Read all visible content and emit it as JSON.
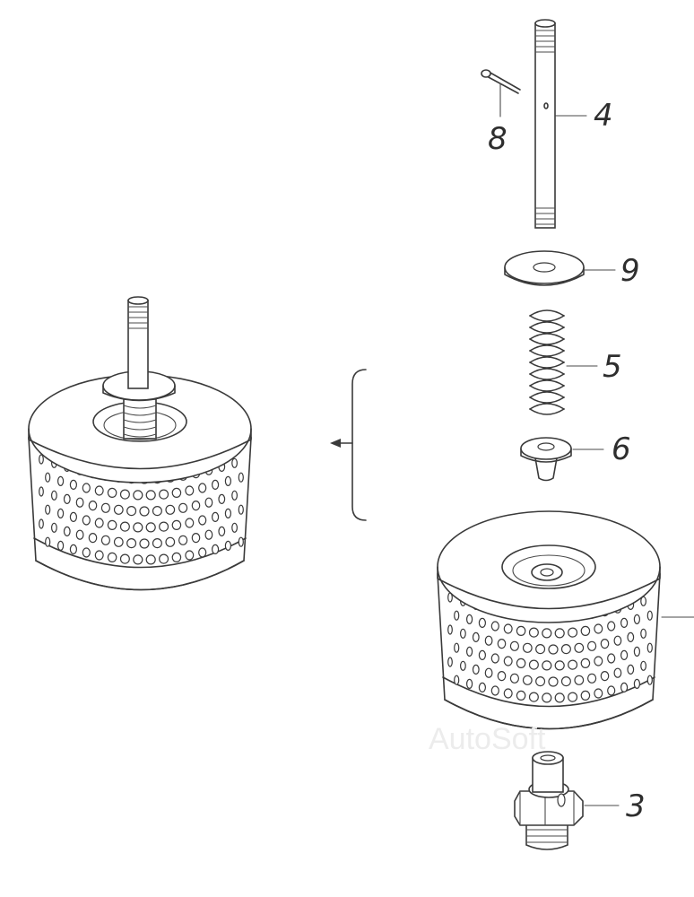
{
  "diagram": {
    "watermark": "AutoSoft",
    "callouts": [
      {
        "id": "callout-8",
        "label": "8"
      },
      {
        "id": "callout-4",
        "label": "4"
      },
      {
        "id": "callout-9",
        "label": "9"
      },
      {
        "id": "callout-5",
        "label": "5"
      },
      {
        "id": "callout-6",
        "label": "6"
      },
      {
        "id": "callout-3",
        "label": "3"
      }
    ]
  }
}
